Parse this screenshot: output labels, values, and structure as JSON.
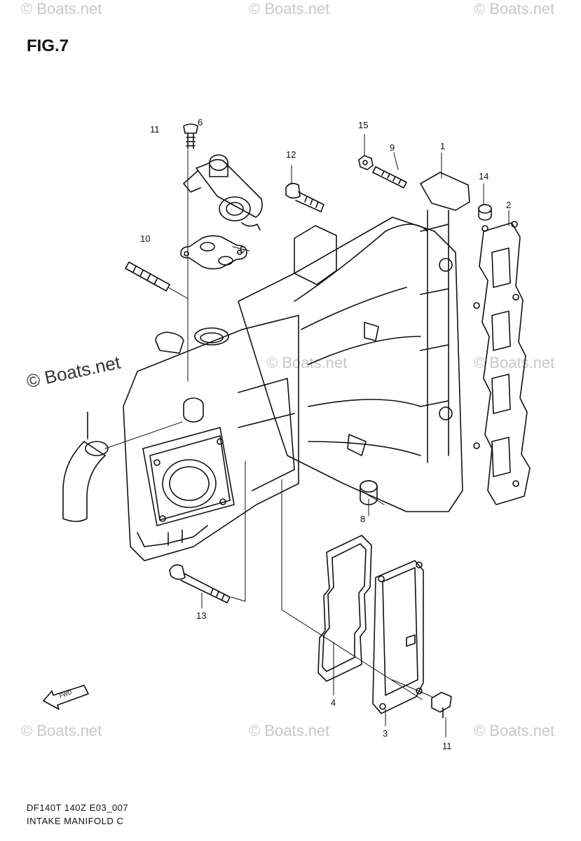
{
  "figure": {
    "title": "FIG.7"
  },
  "callouts": {
    "c11a": "11",
    "c6": "6",
    "c15": "15",
    "c9": "9",
    "c1": "1",
    "c12": "12",
    "c14": "14",
    "c2": "2",
    "c10": "10",
    "c5": "5",
    "c8": "8",
    "c13": "13",
    "c4": "4",
    "c3": "3",
    "c11b": "11"
  },
  "footer": {
    "model": "DF140T 140Z E03_007",
    "caption": "INTAKE MANIFOLD C"
  },
  "watermark": {
    "text": "© Boats.net"
  },
  "icons": {
    "front_arrow": "fwd-arrow-icon",
    "front_label": "FWD"
  }
}
